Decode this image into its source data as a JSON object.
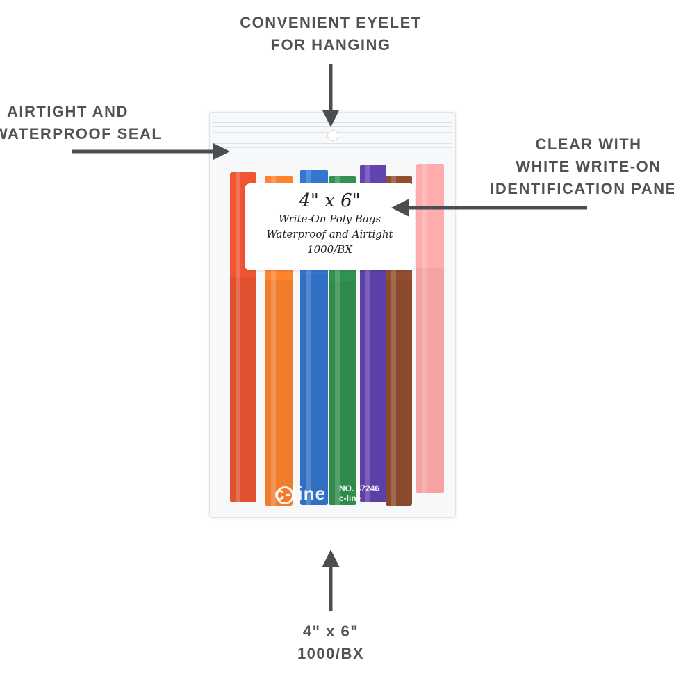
{
  "callouts": {
    "eyelet": [
      "CONVENIENT EYELET",
      "FOR HANGING"
    ],
    "seal": [
      "AIRTIGHT AND",
      "WATERPROOF SEAL"
    ],
    "panel": [
      "CLEAR WITH",
      "WHITE WRITE-ON",
      "IDENTIFICATION PANEL"
    ],
    "size": [
      "4\" x 6\"",
      "1000/BX"
    ]
  },
  "id_panel": {
    "size": "4\" x 6\"",
    "line1": "Write-On Poly Bags",
    "line2": "Waterproof and Airtight",
    "line3": "1000/BX"
  },
  "brand": {
    "logo": "c-line",
    "item_no": "NO. 47246",
    "brand_small": "c-line"
  },
  "colors": {
    "text": "#4f5356",
    "arrow": "#4a4e51",
    "markers": [
      "#e2512f",
      "#f07d2c",
      "#2f6fc4",
      "#2f8a4c",
      "#5d3fa8",
      "#8b4a2b",
      "#f4a2a2"
    ]
  }
}
